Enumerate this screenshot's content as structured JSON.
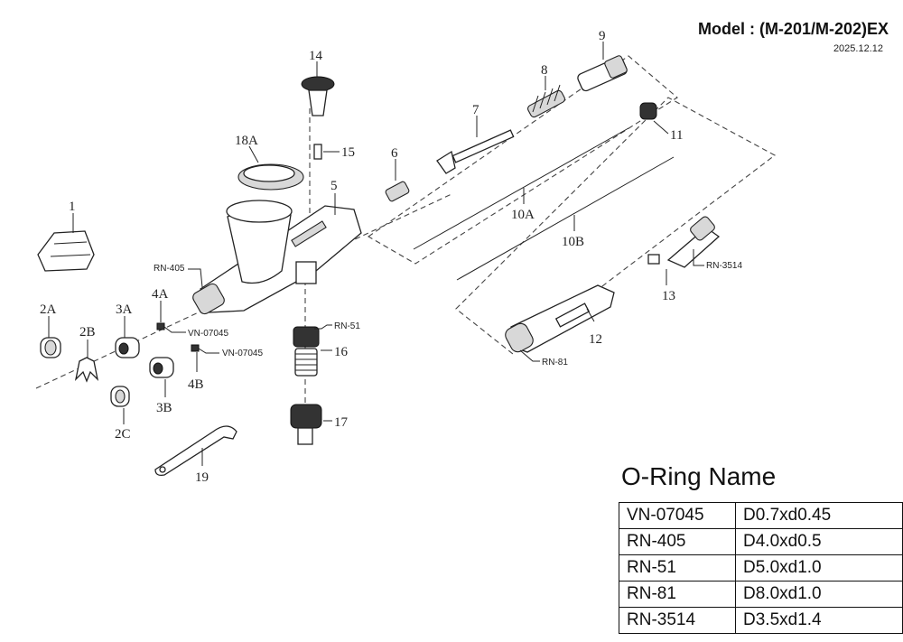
{
  "header": {
    "model": "Model : (M-201/M-202)EX",
    "date": "2025.12.12"
  },
  "labels": {
    "p1": "1",
    "p2A": "2A",
    "p2B": "2B",
    "p2C": "2C",
    "p3A": "3A",
    "p3B": "3B",
    "p4A": "4A",
    "p4B": "4B",
    "p5": "5",
    "p6": "6",
    "p7": "7",
    "p8": "8",
    "p9": "9",
    "p10A": "10A",
    "p10B": "10B",
    "p11": "11",
    "p12": "12",
    "p13": "13",
    "p14": "14",
    "p15": "15",
    "p16": "16",
    "p17": "17",
    "p18A": "18A",
    "p19": "19"
  },
  "oring_labels": {
    "rn405": "RN-405",
    "vn07045_a": "VN-07045",
    "vn07045_b": "VN-07045",
    "rn51": "RN-51",
    "rn81": "RN-81",
    "rn3514": "RN-3514"
  },
  "oring_table": {
    "title": "O-Ring Name",
    "rows": [
      {
        "name": "VN-07045",
        "size": "D0.7xd0.45"
      },
      {
        "name": "RN-405",
        "size": "D4.0xd0.5"
      },
      {
        "name": "RN-51",
        "size": "D5.0xd1.0"
      },
      {
        "name": "RN-81",
        "size": "D8.0xd1.0"
      },
      {
        "name": "RN-3514",
        "size": "D3.5xd1.4"
      }
    ]
  }
}
